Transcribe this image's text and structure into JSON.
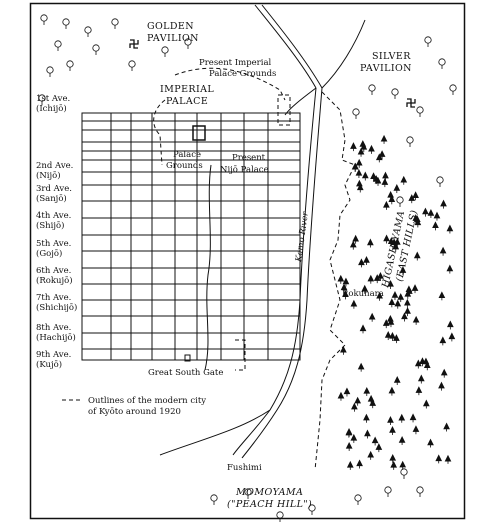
{
  "avenues": [
    {
      "name": "1st Ave.",
      "sub": "(Ichijō)"
    },
    {
      "name": "2nd Ave.",
      "sub": "(Nijō)"
    },
    {
      "name": "3rd Ave.",
      "sub": "(Sanjō)"
    },
    {
      "name": "4th Ave.",
      "sub": "(Shijō)"
    },
    {
      "name": "5th Ave.",
      "sub": "(Gojō)"
    },
    {
      "name": "6th Ave.",
      "sub": "(Rokujō)"
    },
    {
      "name": "7th Ave.",
      "sub": "(Shichijō)"
    },
    {
      "name": "8th Ave.",
      "sub": "(Hachijō)"
    },
    {
      "name": "9th Ave.",
      "sub": "(Kujō)"
    }
  ],
  "labels": {
    "golden_pavilion_1": "GOLDEN",
    "golden_pavilion_2": "PAVILION",
    "silver_pavilion_1": "SILVER",
    "silver_pavilion_2": "PAVILION",
    "present_imperial_1": "Present Imperial",
    "present_imperial_2": "Palace Grounds",
    "imperial_palace_1": "IMPERIAL",
    "imperial_palace_2": "PALACE",
    "palace_grounds_1": "Palace",
    "palace_grounds_2": "Grounds",
    "present_nijo_1": "Present",
    "present_nijo_2": "Nijō Palace",
    "kamo_river": "Kamo River",
    "higashiyama_1": "HIGASHIYAMA",
    "higashiyama_2": "(EAST HILLS)",
    "rokuhara": "Rokuhara",
    "great_south_gate": "Great South Gate",
    "fushimi": "Fushimi",
    "momoyama_1": "MOMOYAMA",
    "momoyama_2": "(\"PEACH HILL\")"
  },
  "legend": {
    "line1": "Outlines of the modern city",
    "line2": "of Kyōto around 1920"
  }
}
